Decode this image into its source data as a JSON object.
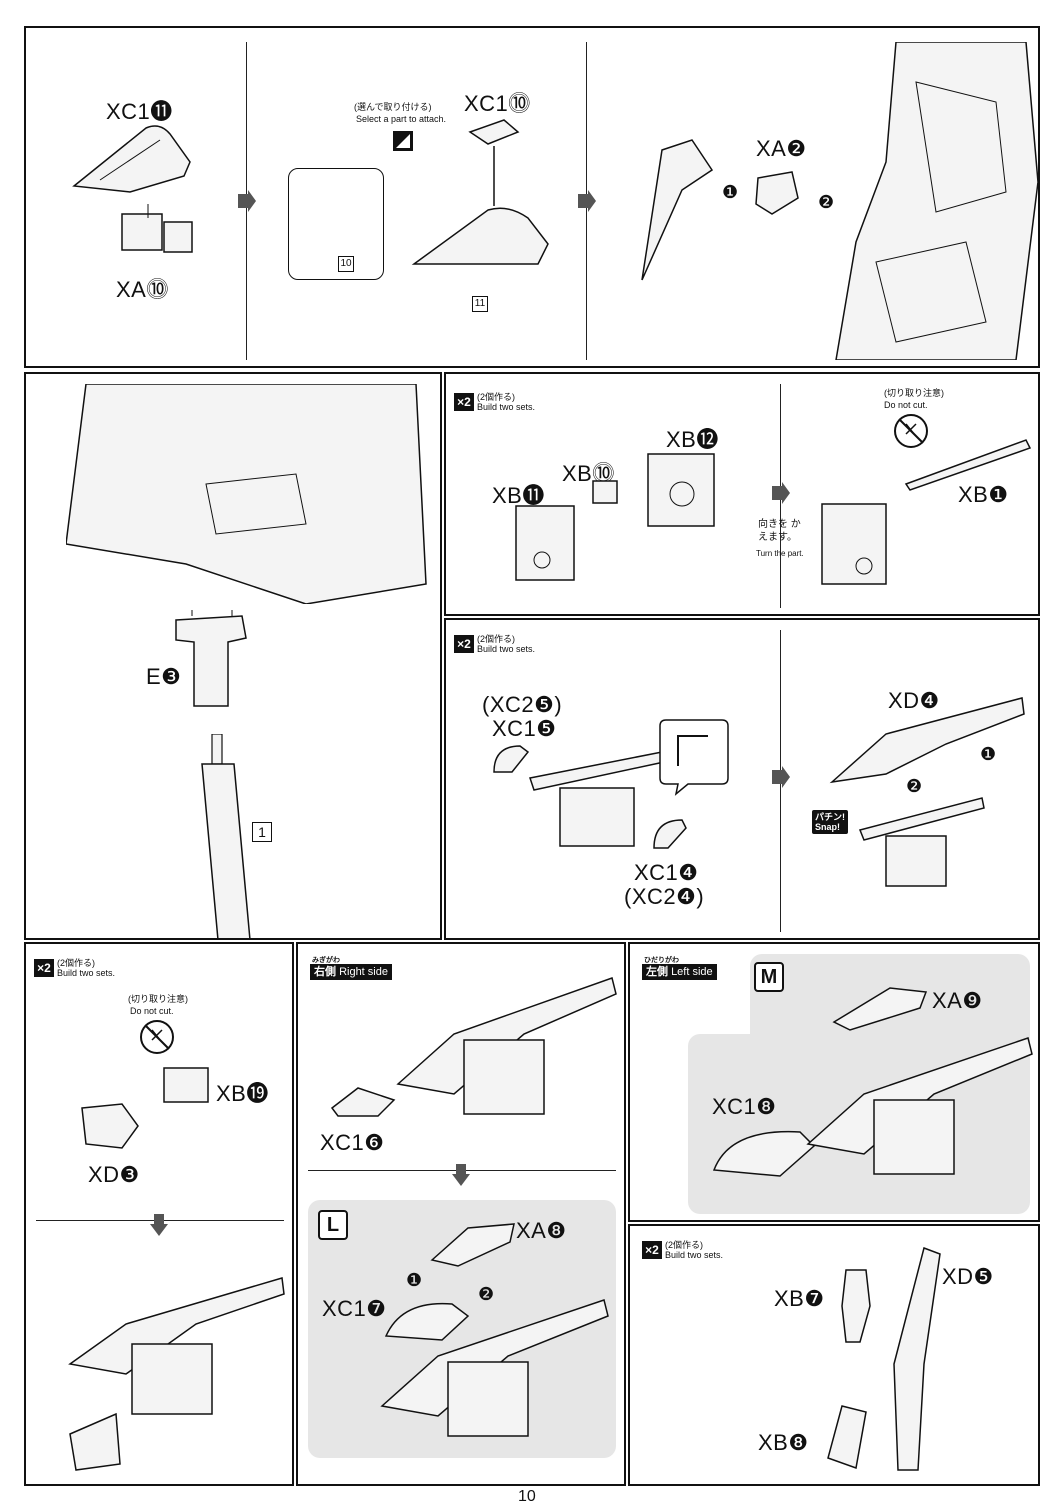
{
  "page_number": "10",
  "badges": {
    "x2_label": "×2",
    "make_two_jp": "(2個作る)",
    "make_two_en": "Build two sets."
  },
  "notes": {
    "select_jp": "(選んで取り付ける)",
    "select_en": "Select a part to attach.",
    "donotcut_jp": "(切り取り注意)",
    "donotcut_en": "Do not cut.",
    "turn_jp": "向きを かえます。",
    "turn_en": "Turn the part.",
    "snap_jp": "パチン!",
    "snap_en": "Snap!"
  },
  "panel1": {
    "labels": [
      "XC1⓫",
      "XA⓾",
      "XC1⓾",
      "XA❷"
    ],
    "num_box_a": "10",
    "num_box_b": "11",
    "order_1": "❶",
    "order_2": "❷"
  },
  "panel2": {
    "labels": [
      "E❸"
    ],
    "num_box": "1"
  },
  "panel3": {
    "labels": [
      "XB⓬",
      "XB⓾",
      "XB⓫",
      "XB❶"
    ]
  },
  "panel4": {
    "labels": [
      "(XC2❺)",
      "XC1❺",
      "XC1❹",
      "(XC2❹)",
      "XD❹"
    ],
    "order_1": "❶",
    "order_2": "❷"
  },
  "panel5": {
    "labels": [
      "XB⓳",
      "XD❸"
    ]
  },
  "panel6": {
    "side_jp": "右側",
    "side_en": "Right side",
    "side_furigana": "みぎがわ",
    "labels": [
      "XC1❻",
      "XA❽",
      "XC1❼"
    ],
    "box_letter": "L",
    "order_1": "❶",
    "order_2": "❷"
  },
  "panel7": {
    "side_jp": "左側",
    "side_en": "Left side",
    "side_furigana": "ひだりがわ",
    "box_letter": "M",
    "labels": [
      "XA❾",
      "XC1❽"
    ]
  },
  "panel8": {
    "labels": [
      "XD❺",
      "XB❼",
      "XB❽"
    ]
  },
  "colors": {
    "line": "#111111",
    "gray_area": "#e6e6e6",
    "part_fill": "#f4f4f4"
  }
}
